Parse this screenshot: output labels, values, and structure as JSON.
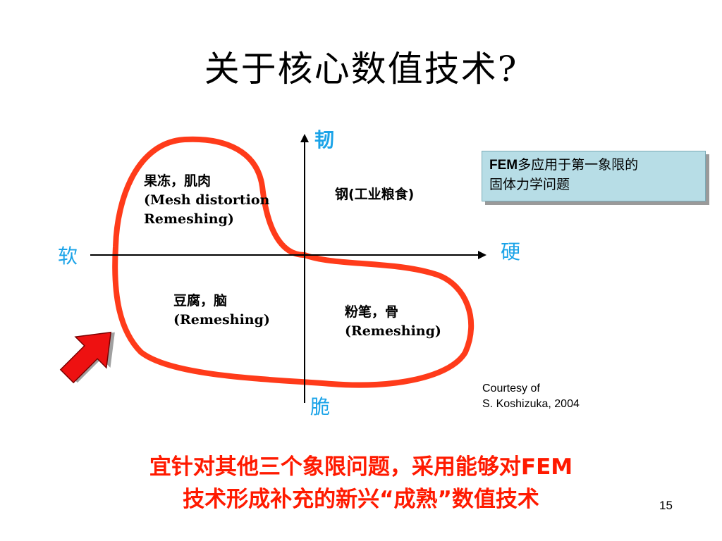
{
  "slide": {
    "title": "关于核心数值技术?",
    "axes": {
      "top": "韧",
      "bottom": "脆",
      "left": "软",
      "right": "硬"
    },
    "quadrants": {
      "upper_left": {
        "line1": "果冻，肌肉",
        "line2": "(Mesh distortion",
        "line3": "Remeshing)"
      },
      "upper_right": {
        "line1": "钢(工业粮食)"
      },
      "lower_left": {
        "line1": "豆腐，脑",
        "line2": "(Remeshing)"
      },
      "lower_right": {
        "line1": "粉笔，骨",
        "line2": "(Remeshing)"
      }
    },
    "note": {
      "prefix": "FEM",
      "line1_rest": "多应用于第一象限的",
      "line2": "固体力学问题"
    },
    "credit": {
      "line1": "Courtesy of",
      "line2": "S. Koshizuka, 2004"
    },
    "conclusion": {
      "line1": "宜针对其他三个象限问题，采用能够对FEM",
      "line2": "技术形成补充的新兴“成熟”数值技术"
    },
    "page_number": "15",
    "colors": {
      "outline": "#ff3b1a",
      "axis_label": "#1aa3e8",
      "arrow_fill": "#ee1111",
      "conclusion_text": "#ff1a00",
      "note_bg": "#b7dde6"
    }
  }
}
